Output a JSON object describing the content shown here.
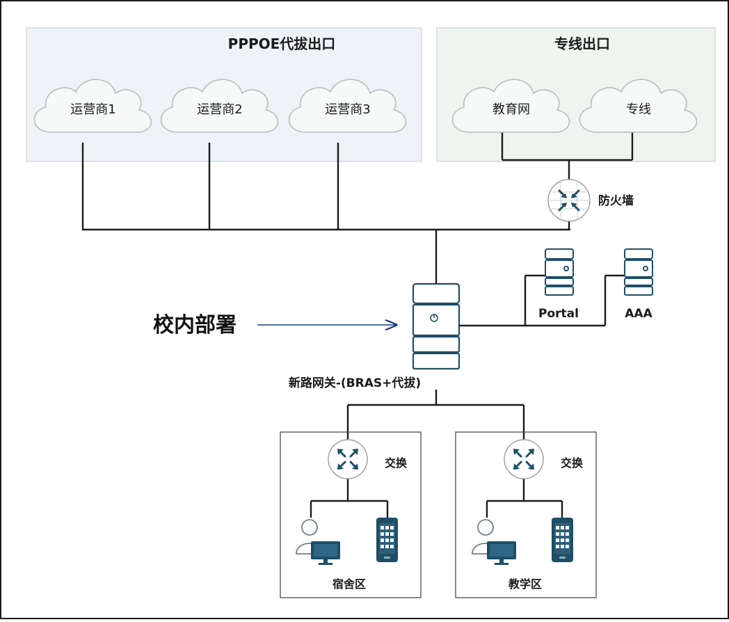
{
  "groups": {
    "pppoe": {
      "title": "PPPOE代拔出口"
    },
    "leased": {
      "title": "专线出口"
    }
  },
  "clouds": {
    "isp1": "运营商1",
    "isp2": "运营商2",
    "isp3": "运营商3",
    "edu": "教育网",
    "line": "专线"
  },
  "devices": {
    "firewall": "防火墙",
    "portal": "Portal",
    "aaa": "AAA",
    "gateway": "新路网关-(BRAS+代拔)",
    "switch_left": "交换",
    "switch_right": "交换"
  },
  "zones": {
    "dorm": "宿舍区",
    "teaching": "教学区"
  },
  "annotation": {
    "deploy": "校内部署"
  },
  "colors": {
    "pppoe_bg": "#eef3f8",
    "leased_bg": "#eef5ef",
    "icon": "#1f4e66",
    "arrow": "#1a3a8a",
    "line": "#1a1a1a"
  }
}
